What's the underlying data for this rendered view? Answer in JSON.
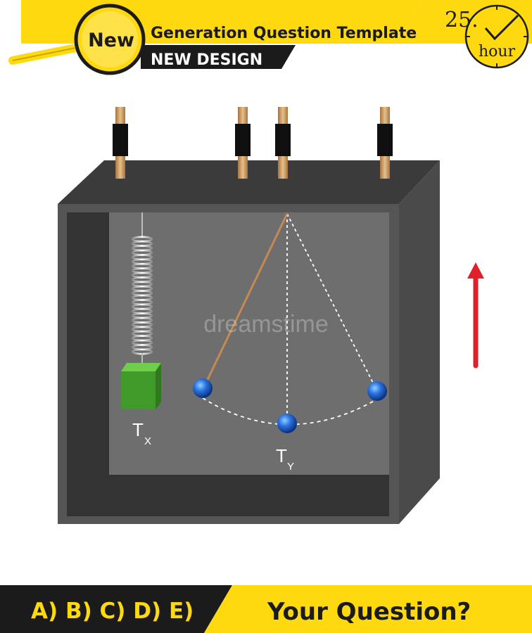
{
  "header": {
    "badge_label": "New",
    "title": "Generation Question Template",
    "subtitle": "NEW DESIGN",
    "timer_number": "25.",
    "timer_unit": "hour",
    "accent_color": "#ffd90f"
  },
  "diagram": {
    "spring_block_label": "T",
    "spring_block_subscript": "X",
    "pendulum_label": "T",
    "pendulum_subscript": "Y",
    "watermark": "dreamstime",
    "arrow_color": "#e0202a",
    "block_color": "#3f9a2a",
    "bob_color": "#1f5fd6"
  },
  "footer": {
    "answer_options": "A) B) C) D) E)",
    "question": "Your Question?"
  }
}
